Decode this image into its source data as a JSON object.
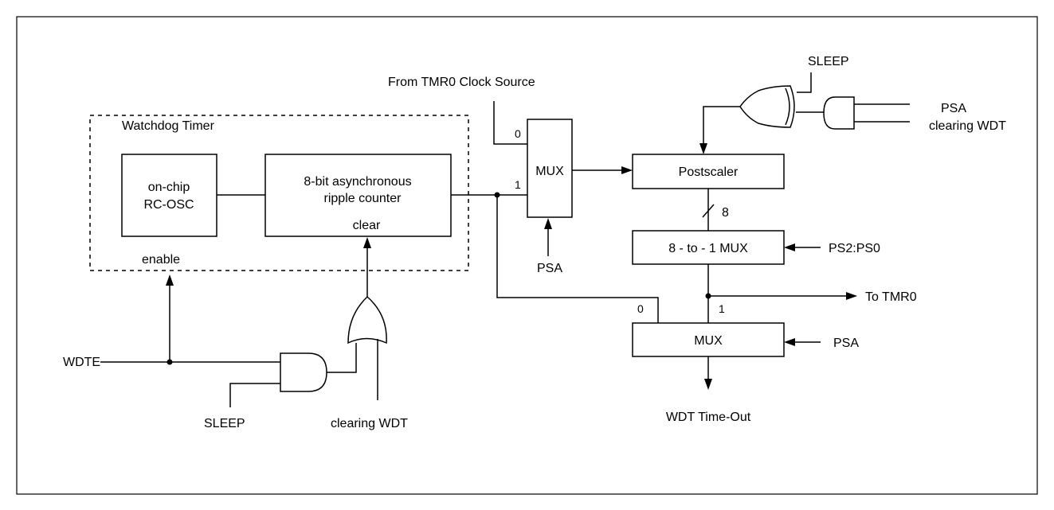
{
  "labels": {
    "watchdog_timer": "Watchdog Timer",
    "osc_line1": "on-chip",
    "osc_line2": "RC-OSC",
    "counter_line1": "8-bit asynchronous",
    "counter_line2": "ripple counter",
    "counter_clear": "clear",
    "enable": "enable",
    "tmr0_clock_source": "From TMR0 Clock Source",
    "mux1_in0": "0",
    "mux1_in1": "1",
    "mux1": "MUX",
    "psa_mux1": "PSA",
    "postscaler": "Postscaler",
    "bus_width": "8",
    "mux8to1": "8 - to - 1 MUX",
    "ps_select": "PS2:PS0",
    "to_tmr0": "To TMR0",
    "mux2_in0": "0",
    "mux2_in1": "1",
    "mux2": "MUX",
    "psa_mux2": "PSA",
    "wdt_timeout": "WDT Time-Out",
    "wdte": "WDTE",
    "sleep_bottom": "SLEEP",
    "clearing_wdt_bottom": "clearing WDT",
    "sleep_top": "SLEEP",
    "psa_top": "PSA",
    "clearing_wdt_top": "clearing WDT"
  },
  "colors": {
    "line": "#000000",
    "background": "#ffffff"
  }
}
